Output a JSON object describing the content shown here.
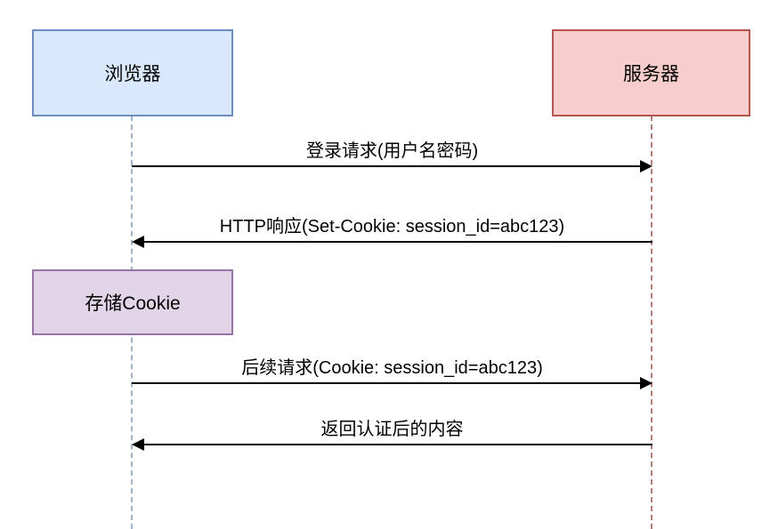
{
  "actors": [
    {
      "id": "browser",
      "label": "浏览器"
    },
    {
      "id": "server",
      "label": "服务器"
    }
  ],
  "note": {
    "label": "存储Cookie"
  },
  "messages": [
    {
      "label": "登录请求(用户名密码)",
      "from": "browser",
      "to": "server"
    },
    {
      "label": "HTTP响应(Set-Cookie: session_id=abc123)",
      "from": "server",
      "to": "browser"
    },
    {
      "label": "后续请求(Cookie: session_id=abc123)",
      "from": "browser",
      "to": "server"
    },
    {
      "label": "返回认证后的内容",
      "from": "server",
      "to": "browser"
    }
  ],
  "colors": {
    "browser_fill": "#dae8fc",
    "browser_border": "#6c8ebf",
    "server_fill": "#f8cecc",
    "server_border": "#b85450",
    "note_fill": "#e1d5e7",
    "note_border": "#9673a6",
    "arrow": "#000000",
    "browser_lifeline": "#9fb3c9",
    "server_lifeline": "#b27d76"
  }
}
